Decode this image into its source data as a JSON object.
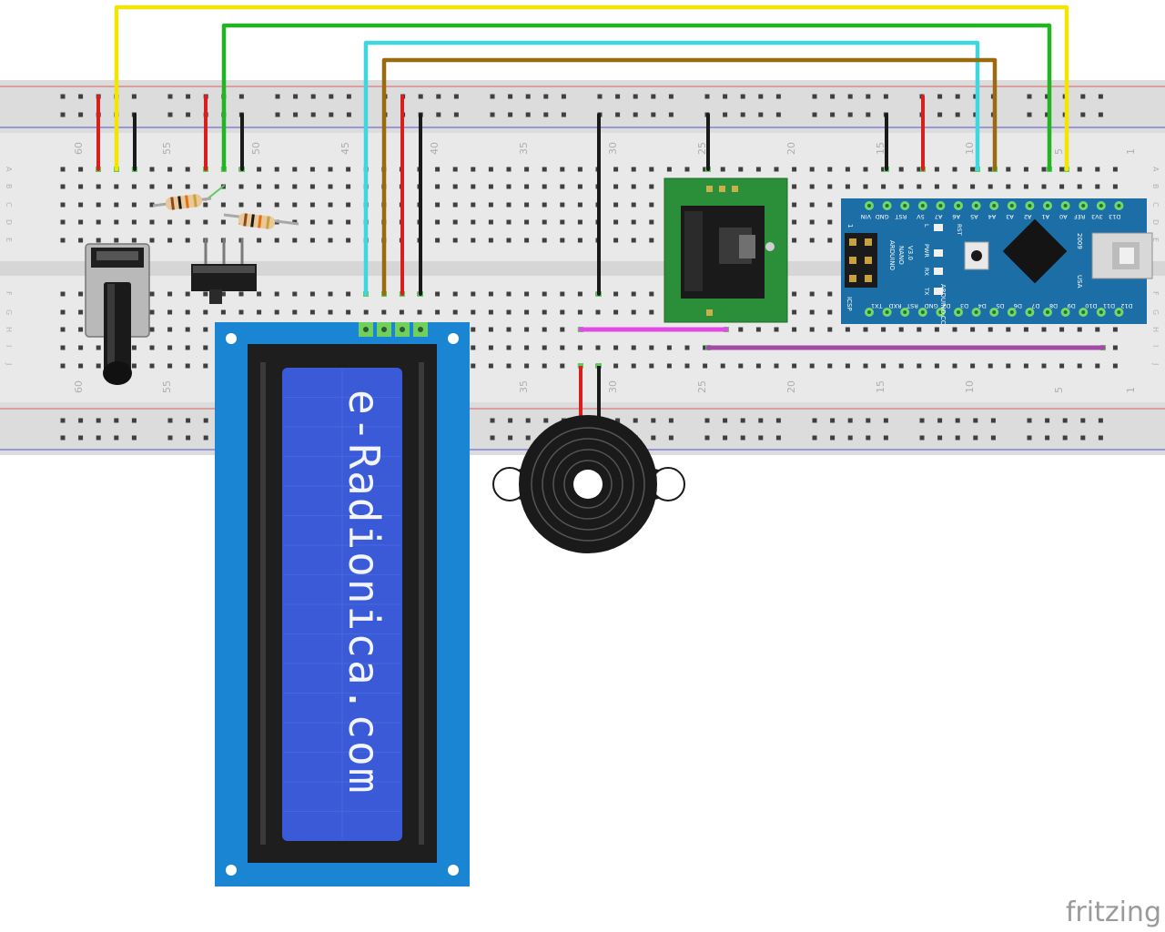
{
  "app": {
    "brand_label": "fritzing"
  },
  "breadboard": {
    "column_numbers": [
      "60",
      "55",
      "50",
      "45",
      "40",
      "35",
      "30",
      "25",
      "20",
      "15",
      "10",
      "5",
      "1"
    ],
    "row_letters_top": [
      "A",
      "B",
      "C",
      "D",
      "E"
    ],
    "row_letters_bottom": [
      "F",
      "G",
      "H",
      "I",
      "J"
    ]
  },
  "lcd": {
    "display_text": "e-Radionica.com",
    "panel_color": "#1a85d2",
    "screen_color": "#3a5ad8"
  },
  "arduino": {
    "model_lines": [
      "ARDUINO",
      "NANO",
      "V3.0"
    ],
    "site_label": "ARDUINO.CC",
    "year_label": "2009",
    "country_label": "USA",
    "icsp_label": "ICSP",
    "icsp_pin_label": "1",
    "led_labels": [
      "L",
      "PWR",
      "RX",
      "TX"
    ],
    "rst_label": "RST",
    "top_pins": [
      "D13",
      "3V3",
      "REF",
      "A0",
      "A1",
      "A2",
      "A3",
      "A4",
      "A5",
      "A6",
      "A7",
      "5V",
      "RST",
      "GND",
      "VIN"
    ],
    "bottom_pins": [
      "D12",
      "D11",
      "D10",
      "D9",
      "D8",
      "D7",
      "D6",
      "D5",
      "D4",
      "D3",
      "D2",
      "GND",
      "RST",
      "RXD",
      "TX1"
    ],
    "board_color": "#1c6fa6"
  },
  "wire_colors": {
    "yellow": "#f2e600",
    "green": "#22b422",
    "cyan": "#3fd6e0",
    "brown": "#9a6a0e",
    "red": "#d91e1e",
    "black": "#1a1a1a",
    "magenta": "#e24ae6",
    "purple": "#a34aa8"
  }
}
